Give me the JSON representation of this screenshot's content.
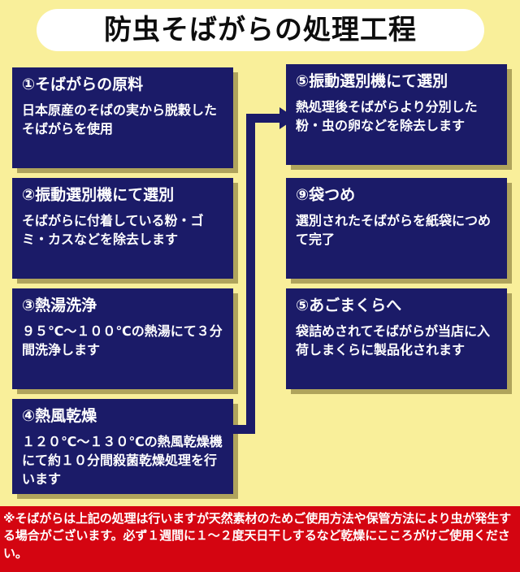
{
  "page": {
    "background_color": "#f9ef9a",
    "box_color": "#1b1b68",
    "box_shadow_color": "#b0a45c",
    "footer_color": "#d40511",
    "arrow_color": "#1b1b68"
  },
  "header": {
    "title": "防虫そばがらの処理工程"
  },
  "steps": [
    {
      "id": "step-1",
      "heading": "①そばがらの原料",
      "body": "日本原産のそばの実から脱穀したそばがらを使用"
    },
    {
      "id": "step-2",
      "heading": "②振動選別機にて選別",
      "body": "そばがらに付着している粉・ゴミ・カスなどを除去します"
    },
    {
      "id": "step-3",
      "heading": "③熱湯洗浄",
      "body": "９５℃～１００℃の熱湯にて３分間洗浄します"
    },
    {
      "id": "step-4",
      "heading": "④熱風乾燥",
      "body": "１２０℃～１３０℃の熱風乾燥機にて約１０分間殺菌乾燥処理を行います"
    },
    {
      "id": "step-5",
      "heading": "⑤振動選別機にて選別",
      "body": "熱処理後そばがらより分別した粉・虫の卵などを除去します"
    },
    {
      "id": "step-6",
      "heading": "⑨袋つめ",
      "body": "選別されたそばがらを紙袋につめて完了"
    },
    {
      "id": "step-7",
      "heading": "⑤あごまくらへ",
      "body": "袋詰めされてそばがらが当店に入荷しまくらに製品化されます"
    }
  ],
  "connector": {
    "label": "arrow-step4-to-step5"
  },
  "footer": {
    "note": "※そばがらは上記の処理は行いますが天然素材のためご使用方法や保管方法により虫が発生する場合がございます。必ず１週間に１～２度天日干しするなど乾燥にこころがけご使用ください。"
  }
}
